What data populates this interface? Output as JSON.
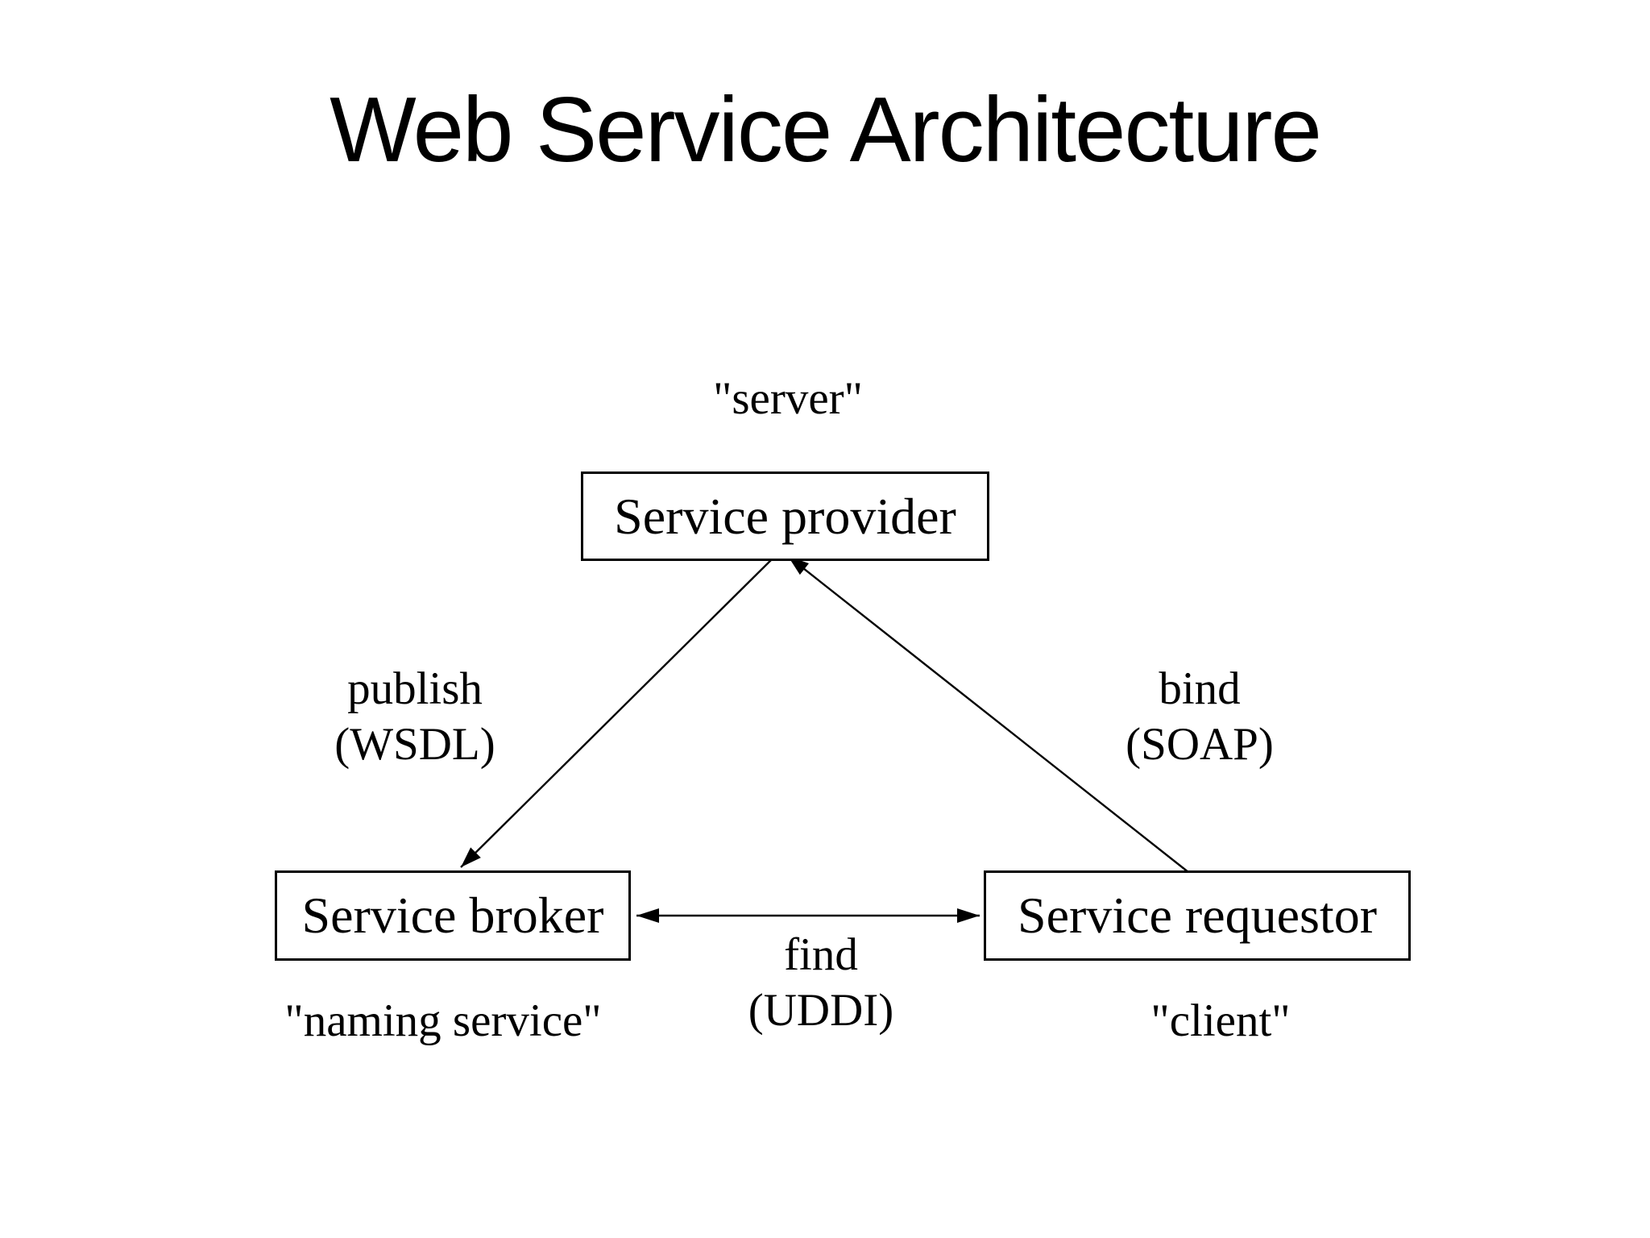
{
  "title": "Web Service Architecture",
  "colors": {
    "background": "#ffffff",
    "ink": "#000000"
  },
  "diagram": {
    "nodes": [
      {
        "label": "Service provider",
        "annotation": "\"server\""
      },
      {
        "label": "Service broker",
        "annotation": "\"naming service\""
      },
      {
        "label": "Service requestor",
        "annotation": "\"client\""
      }
    ],
    "edges": [
      {
        "name": "publish",
        "label": [
          "publish",
          "(WSDL)"
        ],
        "from": "Service provider",
        "to": "Service broker",
        "arrowheads": "single"
      },
      {
        "name": "bind",
        "label": [
          "bind",
          "(SOAP)"
        ],
        "from": "Service requestor",
        "to": "Service provider",
        "arrowheads": "single"
      },
      {
        "name": "find",
        "label": [
          "find",
          "(UDDI)"
        ],
        "from": "Service requestor",
        "to": "Service broker",
        "arrowheads": "double"
      }
    ]
  }
}
